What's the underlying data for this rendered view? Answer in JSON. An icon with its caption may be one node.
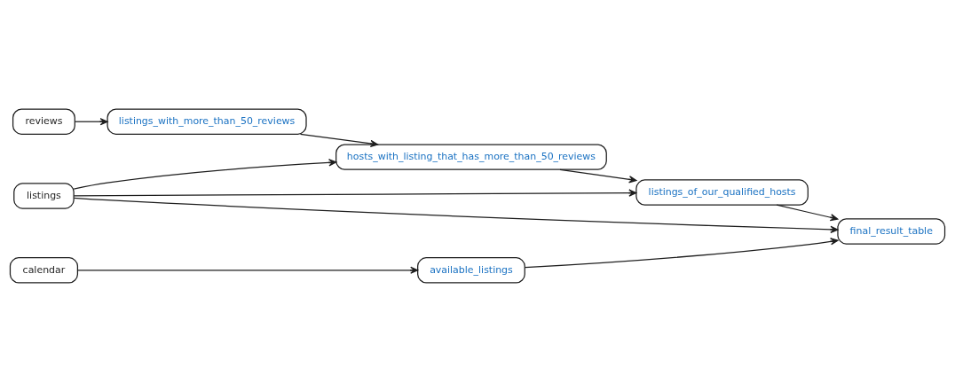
{
  "diagram": {
    "nodes": [
      {
        "text": [
          "reviews"
        ]
      },
      {
        "text": [
          "listings_with_more_than_50_reviews"
        ]
      },
      {
        "text": [
          "listings"
        ]
      },
      {
        "text": [
          "hosts_with_listing_that_has_more_than_50_reviews"
        ]
      },
      {
        "text": [
          "listings_of_our_qualified_hosts"
        ]
      },
      {
        "text": [
          "calendar"
        ]
      },
      {
        "text": [
          "available_listings"
        ]
      },
      {
        "text": [
          "final_result_table"
        ]
      }
    ],
    "edges": [
      {
        "from": 0,
        "to": 1,
        "arrow": "to"
      },
      {
        "from": 1,
        "to": 3,
        "arrow": "to"
      },
      {
        "from": 2,
        "to": 3,
        "arrow": "to"
      },
      {
        "from": 2,
        "to": 4,
        "arrow": "to"
      },
      {
        "from": 2,
        "to": 7,
        "arrow": "to"
      },
      {
        "from": 3,
        "to": 4,
        "arrow": "to"
      },
      {
        "from": 4,
        "to": 7,
        "arrow": "to"
      },
      {
        "from": 5,
        "to": 6,
        "arrow": "to"
      },
      {
        "from": 6,
        "to": 7,
        "arrow": "to"
      }
    ]
  }
}
